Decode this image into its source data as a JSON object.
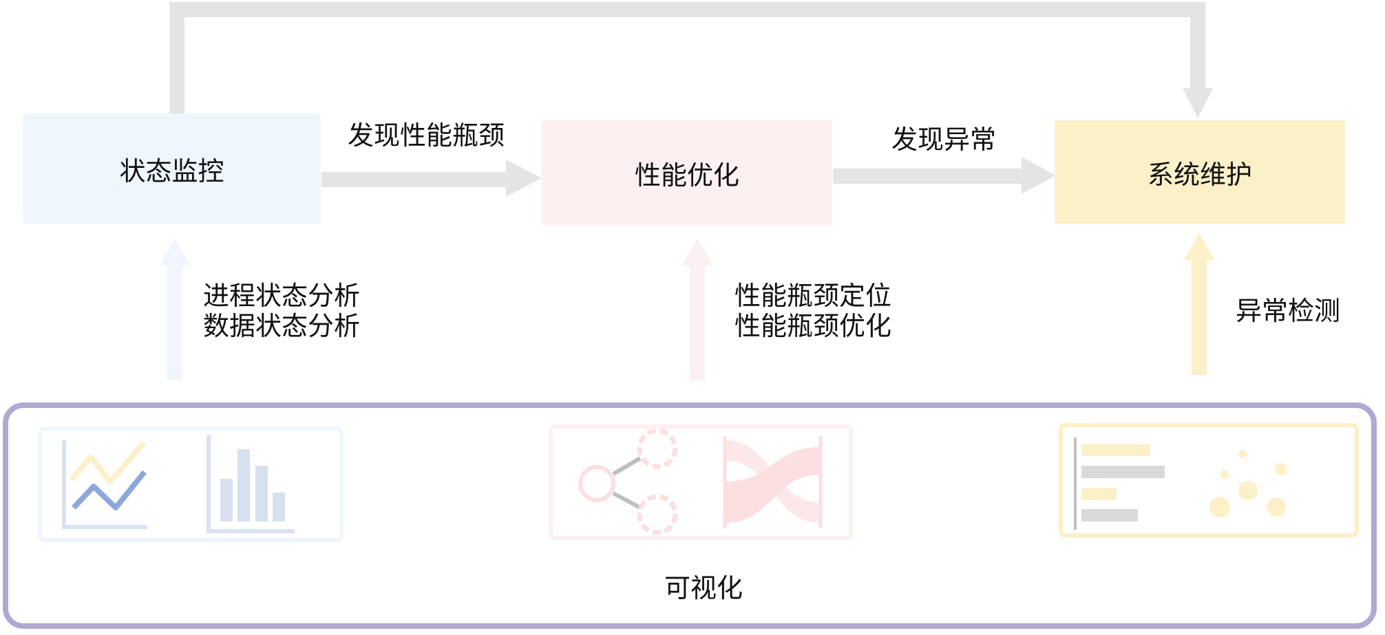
{
  "nodes": {
    "state_monitoring": "状态监控",
    "performance_optimization": "性能优化",
    "system_maintenance": "系统维护"
  },
  "edges": {
    "find_bottleneck": "发现性能瓶颈",
    "find_anomaly": "发现异常"
  },
  "inputs": {
    "process_state_analysis": "进程状态分析",
    "data_state_analysis": "数据状态分析",
    "bottleneck_location": "性能瓶颈定位",
    "bottleneck_optimization": "性能瓶颈优化",
    "anomaly_detection": "异常检测"
  },
  "visualization": {
    "label": "可视化"
  },
  "colors": {
    "blue_fill": "#eff6fe",
    "pink_fill": "#fdf0f0",
    "yellow_fill": "#fcf0c8",
    "arrow_gray": "#e4e4e4",
    "container_border": "#b1a8d2"
  }
}
